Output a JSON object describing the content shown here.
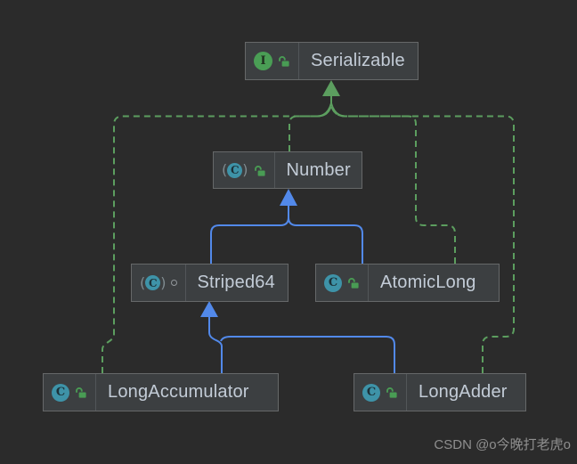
{
  "nodes": {
    "serializable": {
      "label": "Serializable",
      "kind": "interface",
      "access": "public"
    },
    "number": {
      "label": "Number",
      "kind": "abstract-class",
      "access": "public"
    },
    "striped64": {
      "label": "Striped64",
      "kind": "abstract-class",
      "access": "package-private"
    },
    "atomiclong": {
      "label": "AtomicLong",
      "kind": "class",
      "access": "public"
    },
    "longaccumulator": {
      "label": "LongAccumulator",
      "kind": "class",
      "access": "public"
    },
    "longadder": {
      "label": "LongAdder",
      "kind": "class",
      "access": "public"
    }
  },
  "edges": [
    {
      "from": "Number",
      "to": "Serializable",
      "type": "implements"
    },
    {
      "from": "AtomicLong",
      "to": "Serializable",
      "type": "implements"
    },
    {
      "from": "LongAccumulator",
      "to": "Serializable",
      "type": "implements"
    },
    {
      "from": "LongAdder",
      "to": "Serializable",
      "type": "implements"
    },
    {
      "from": "Striped64",
      "to": "Number",
      "type": "extends"
    },
    {
      "from": "AtomicLong",
      "to": "Number",
      "type": "extends"
    },
    {
      "from": "LongAccumulator",
      "to": "Striped64",
      "type": "extends"
    },
    {
      "from": "LongAdder",
      "to": "Striped64",
      "type": "extends"
    }
  ],
  "icons": {
    "interface_letter": "I",
    "class_letter": "C",
    "paren_open": "(",
    "paren_close": ")"
  },
  "watermark": {
    "text": "CSDN @o今晚打老虎o"
  },
  "colors": {
    "background": "#2b2b2b",
    "node_fill": "#3c3f41",
    "node_border": "#666869",
    "node_divider": "#525659",
    "label_text": "#c3ccd7",
    "edge_implements": "#5c9e5f",
    "edge_extends": "#5289ea",
    "interface_icon": "#4a9e55",
    "class_icon": "#3e93a8",
    "lock_icon": "#499c54",
    "watermark_text": "#8f8f8f"
  }
}
